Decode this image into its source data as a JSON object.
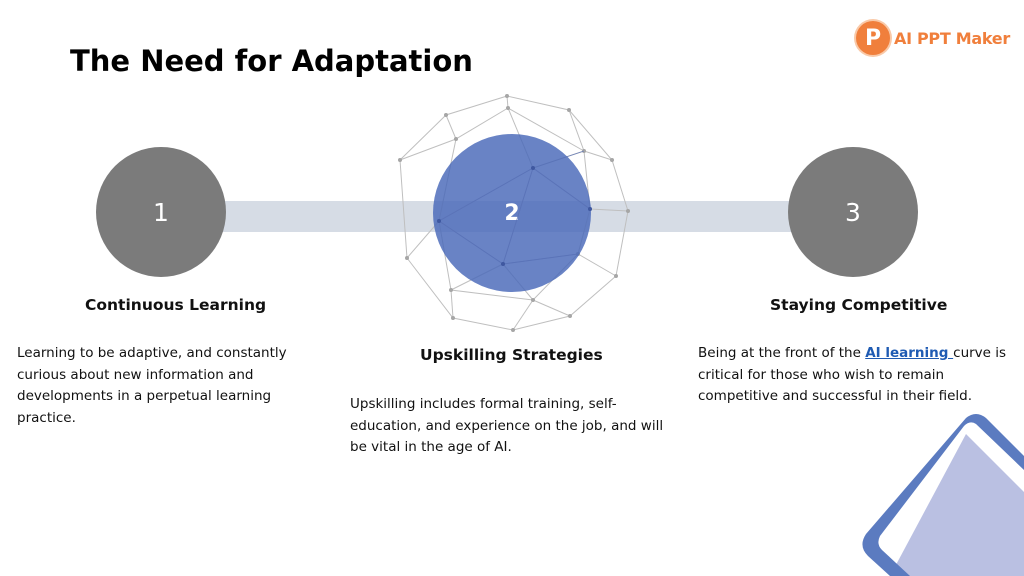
{
  "slide": {
    "title": "The Need for Adaptation"
  },
  "logo": {
    "badge_letter": "P",
    "text": "AI PPT Maker",
    "color": "#f07f3c"
  },
  "steps": [
    {
      "number": "1",
      "heading": "Continuous Learning",
      "body": "Learning to be adaptive, and constantly curious about new information and developments in a perpetual learning practice."
    },
    {
      "number": "2",
      "heading": "Upskilling Strategies",
      "body": "Upskilling includes formal training, self-education, and experience on the job, and will be vital in the age of AI."
    },
    {
      "number": "3",
      "heading": "Staying Competitive",
      "body_before": "Being at the front of the ",
      "link_text": "AI learning ",
      "body_after": "curve is critical for those who wish to remain competitive and successful in their field."
    }
  ],
  "colors": {
    "circle_gray": "#7b7b7b",
    "circle_blue": "#4868b8",
    "bar": "#d6dce5",
    "link": "#1f5bb3",
    "corner_blue": "#5b7bc0",
    "corner_lavender": "#b6bde0"
  }
}
